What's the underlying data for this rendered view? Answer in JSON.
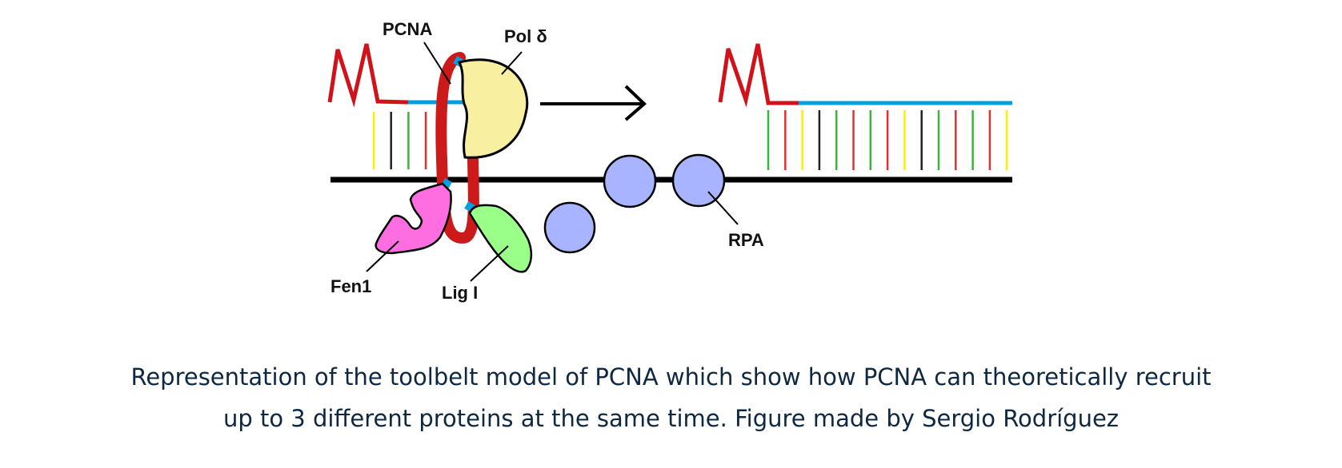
{
  "labels": {
    "pcna": "PCNA",
    "pol_delta": "Pol δ",
    "fen1": "Fen1",
    "lig1": "Lig I",
    "rpa": "RPA"
  },
  "caption": {
    "line1": "Representation of the toolbelt model of PCNA which show how PCNA can theoretically recruit",
    "line2": "up to 3 different proteins at the same time. Figure made by Sergio Rodríguez"
  },
  "colors": {
    "rna_primer": "#d0121b",
    "new_dna": "#00a0e3",
    "pcna": "#cc1a1a",
    "pol_delta": "#f8f0a0",
    "fen1": "#ff6ee0",
    "lig1": "#99ff88",
    "rpa": "#a8b4ff",
    "base_yellow": "#ffee00",
    "base_black": "#222222",
    "base_green": "#3cb33c",
    "base_red": "#e53030"
  },
  "left_base_pairs": [
    "yellow",
    "black",
    "green",
    "red"
  ],
  "right_base_pairs": [
    "green",
    "red",
    "yellow",
    "black",
    "green",
    "red",
    "green",
    "red",
    "yellow",
    "black",
    "green",
    "red",
    "green",
    "red",
    "yellow"
  ]
}
